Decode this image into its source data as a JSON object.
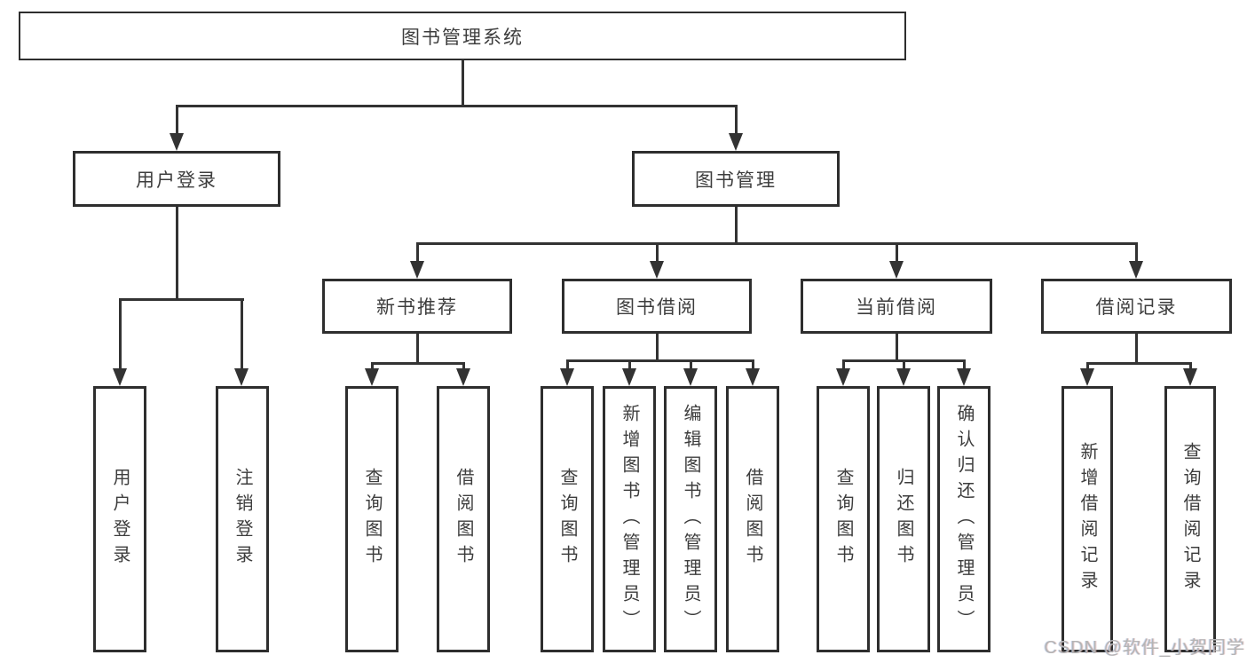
{
  "diagram": {
    "root": {
      "label": "图书管理系统"
    },
    "branches": [
      {
        "label": "用户登录",
        "children": [
          {
            "label": "用户登录"
          },
          {
            "label": "注销登录"
          }
        ]
      },
      {
        "label": "图书管理",
        "children": [
          {
            "label": "新书推荐",
            "children": [
              {
                "label": "查询图书"
              },
              {
                "label": "借阅图书"
              }
            ]
          },
          {
            "label": "图书借阅",
            "children": [
              {
                "label": "查询图书"
              },
              {
                "label": "新增图书（管理员）"
              },
              {
                "label": "编辑图书（管理员）"
              },
              {
                "label": "借阅图书"
              }
            ]
          },
          {
            "label": "当前借阅",
            "children": [
              {
                "label": "查询图书"
              },
              {
                "label": "归还图书"
              },
              {
                "label": "确认归还（管理员）"
              }
            ]
          },
          {
            "label": "借阅记录",
            "children": [
              {
                "label": "新增借阅记录"
              },
              {
                "label": "查询借阅记录"
              }
            ]
          }
        ]
      }
    ]
  },
  "watermark": "CSDN @软件_小贺同学",
  "colors": {
    "line": "#333333",
    "border": "#2e2e2e",
    "text": "#3d3d3d",
    "background": "#ffffff",
    "watermark": "#b4b4b4"
  }
}
